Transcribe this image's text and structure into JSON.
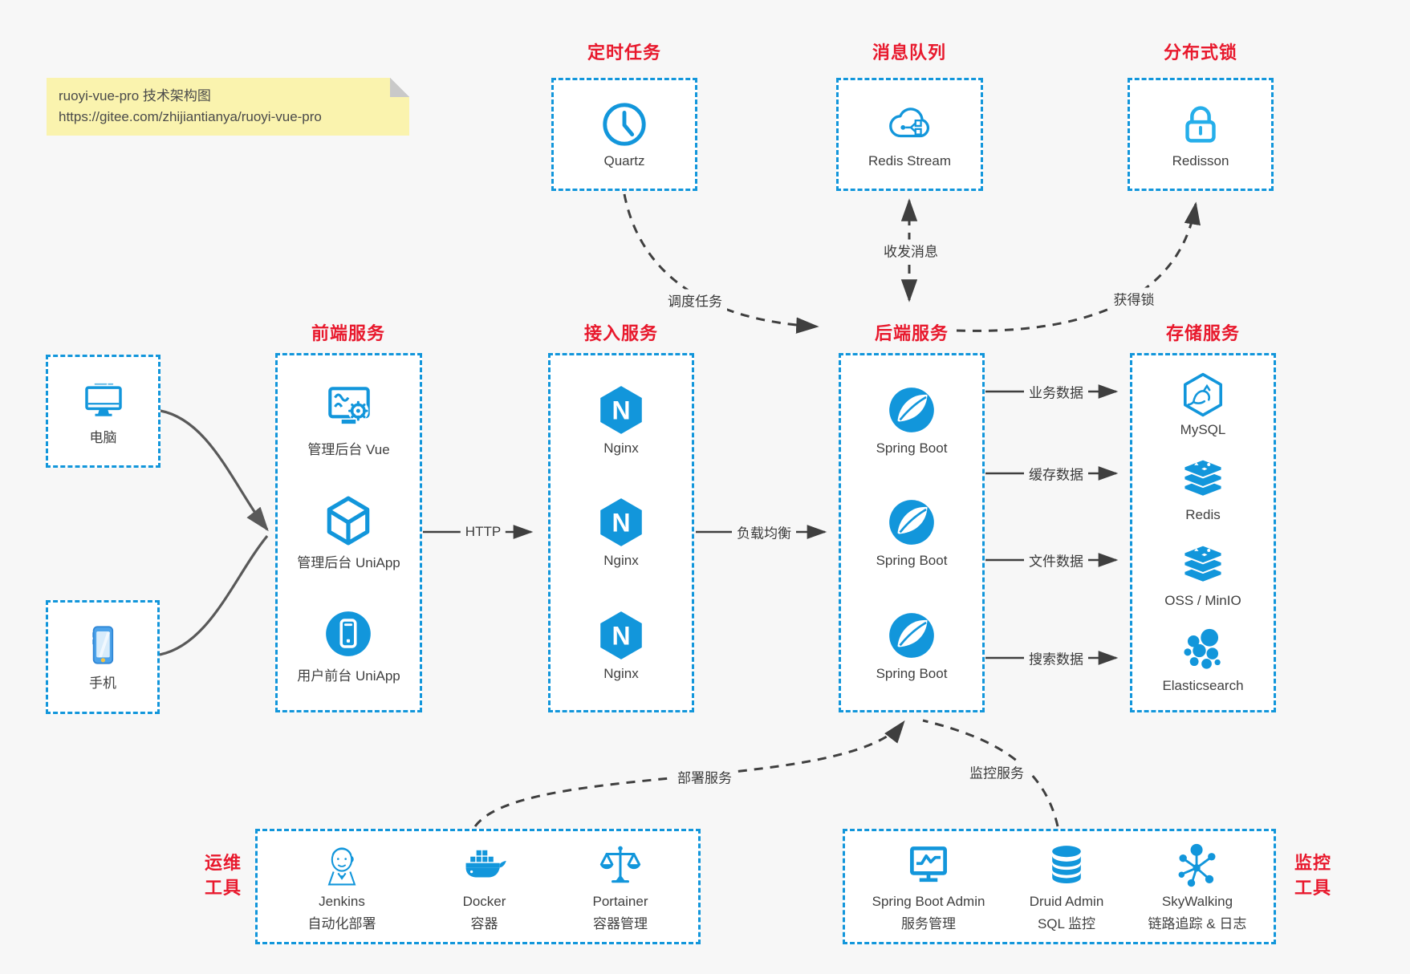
{
  "note": {
    "line1": "ruoyi-vue-pro 技术架构图",
    "line2": "https://gitee.com/zhijiantianya/ruoyi-vue-pro"
  },
  "colors": {
    "blue": "#1296db",
    "red": "#e8192d",
    "arrow_dark": "#3f3f3f",
    "arrow_gray": "#595959",
    "note_bg": "#faf3ae",
    "canvas_bg": "#f7f7f7"
  },
  "groups": {
    "scheduler": {
      "title": "定时任务",
      "item": {
        "label": "Quartz",
        "icon": "clock-icon"
      }
    },
    "mq": {
      "title": "消息队列",
      "item": {
        "label": "Redis Stream",
        "icon": "cloud-stream-icon"
      }
    },
    "lock": {
      "title": "分布式锁",
      "item": {
        "label": "Redisson",
        "icon": "lock-icon"
      }
    },
    "clients": {
      "computer": {
        "label": "电脑",
        "icon": "desktop-icon"
      },
      "phone": {
        "label": "手机",
        "icon": "smartphone-icon"
      }
    },
    "frontend": {
      "title": "前端服务",
      "items": [
        {
          "label": "管理后台 Vue",
          "icon": "admin-vue-icon"
        },
        {
          "label": "管理后台 UniApp",
          "icon": "uniapp-cube-icon"
        },
        {
          "label": "用户前台 UniApp",
          "icon": "user-app-icon"
        }
      ]
    },
    "gateway": {
      "title": "接入服务",
      "items": [
        {
          "label": "Nginx",
          "icon": "nginx-icon"
        },
        {
          "label": "Nginx",
          "icon": "nginx-icon"
        },
        {
          "label": "Nginx",
          "icon": "nginx-icon"
        }
      ]
    },
    "backend": {
      "title": "后端服务",
      "items": [
        {
          "label": "Spring Boot",
          "icon": "spring-boot-icon"
        },
        {
          "label": "Spring Boot",
          "icon": "spring-boot-icon"
        },
        {
          "label": "Spring Boot",
          "icon": "spring-boot-icon"
        }
      ]
    },
    "storage": {
      "title": "存储服务",
      "items": [
        {
          "label": "MySQL",
          "icon": "mysql-icon"
        },
        {
          "label": "Redis",
          "icon": "redis-stack-icon"
        },
        {
          "label": "OSS / MinIO",
          "icon": "oss-stack-icon"
        },
        {
          "label": "Elasticsearch",
          "icon": "elasticsearch-icon"
        }
      ]
    },
    "ops": {
      "title_line1": "运维",
      "title_line2": "工具",
      "items": [
        {
          "name": "Jenkins",
          "desc": "自动化部署",
          "icon": "jenkins-icon"
        },
        {
          "name": "Docker",
          "desc": "容器",
          "icon": "docker-icon"
        },
        {
          "name": "Portainer",
          "desc": "容器管理",
          "icon": "portainer-icon"
        }
      ]
    },
    "monitoring": {
      "title_line1": "监控",
      "title_line2": "工具",
      "items": [
        {
          "name": "Spring Boot Admin",
          "desc": "服务管理",
          "icon": "spring-boot-admin-icon"
        },
        {
          "name": "Druid Admin",
          "desc": "SQL 监控",
          "icon": "druid-icon"
        },
        {
          "name": "SkyWalking",
          "desc": "链路追踪 & 日志",
          "icon": "skywalking-icon"
        }
      ]
    }
  },
  "edges": {
    "http": "HTTP",
    "load_balance": "负载均衡",
    "schedule": "调度任务",
    "messages": "收发消息",
    "acquire_lock": "获得锁",
    "business_data": "业务数据",
    "cache_data": "缓存数据",
    "file_data": "文件数据",
    "search_data": "搜索数据",
    "deploy": "部署服务",
    "monitor": "监控服务"
  }
}
